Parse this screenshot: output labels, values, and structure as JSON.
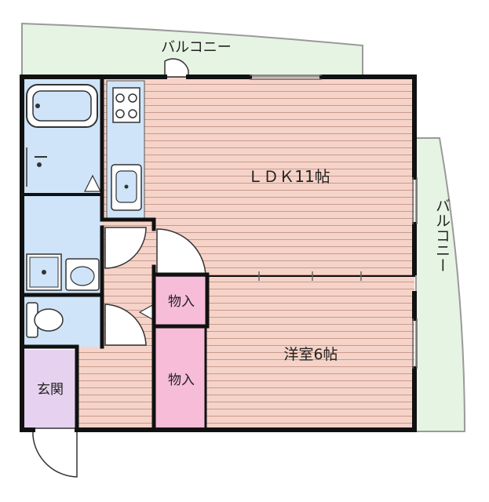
{
  "colors": {
    "balcony": "#e6f5e3",
    "balcony_edge": "#9a9a9a",
    "floor_wood": "#f6d3c8",
    "floor_line": "#c99a8d",
    "water": "#cfe4f8",
    "storage": "#f6bcd8",
    "entrance": "#e6d2f0",
    "wall": "#111111"
  },
  "labels": {
    "balcony_top": "バルコニー",
    "balcony_right": "バルコニー",
    "ldk": "ＬＤＫ11帖",
    "western_room": "洋室6帖",
    "closet_upper": "物入",
    "closet_lower": "物入",
    "entrance": "玄関"
  },
  "icons": [
    "bathtub-icon",
    "stove-icon",
    "sink-icon",
    "washbasin-icon",
    "washer-pan-icon",
    "toilet-icon",
    "door-swing-icon"
  ]
}
